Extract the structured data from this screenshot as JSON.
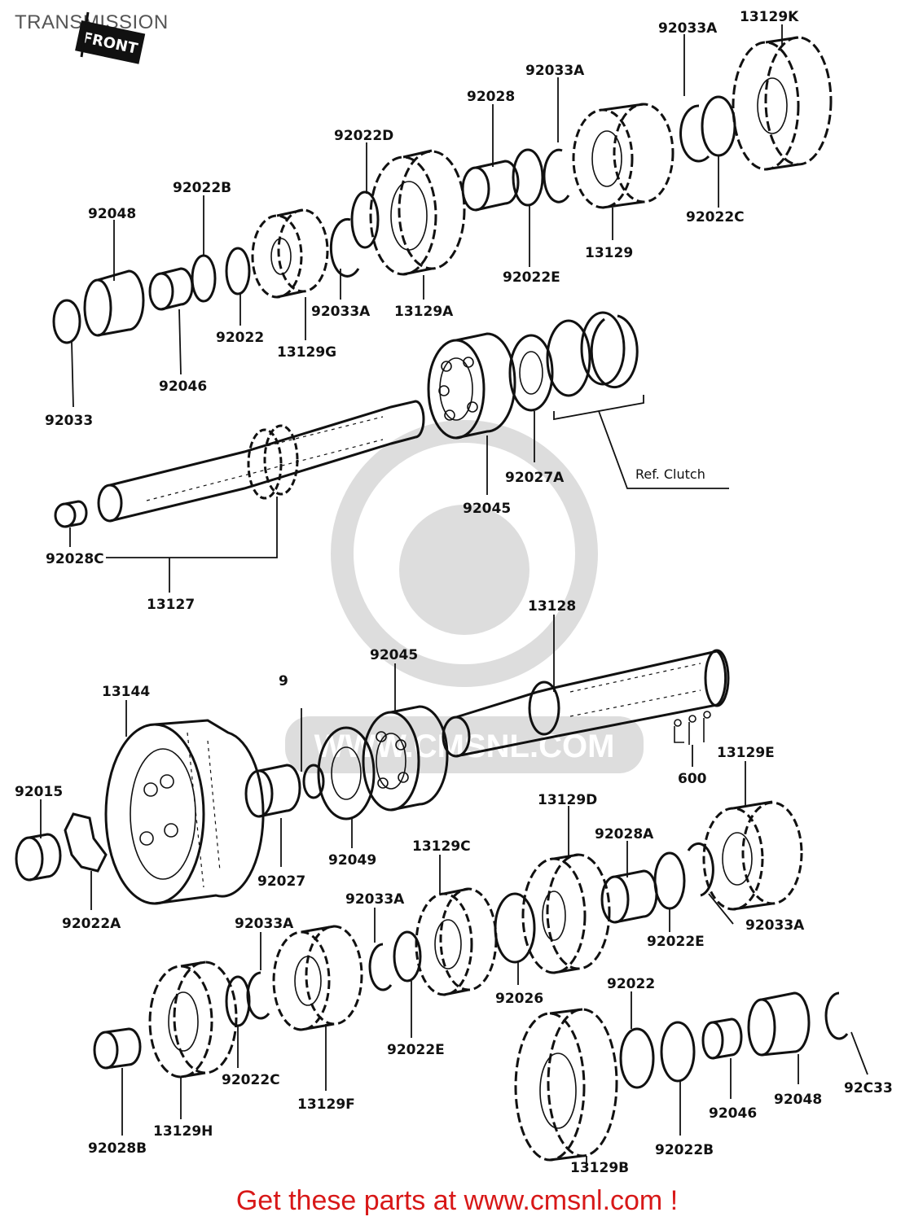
{
  "page": {
    "title": "TRANSMISSION"
  },
  "front_marker": "FRONT",
  "reference_note": "Ref. Clutch",
  "watermark": "WWW.CMSNL.COM",
  "footer": "Get these parts at www.cmsnl.com !",
  "colors": {
    "footer": "#d81818",
    "lines": "#111111"
  },
  "callouts": {
    "upper_left_circlip": "92033",
    "upper_left_sleeve": "92048",
    "upper_left_bearing": "92046",
    "upper_left_washer_b": "92022B",
    "upper_left_washer": "92022",
    "upper_gear_g": "13129G",
    "upper_circlip_a1": "92033A",
    "upper_washer_d": "92022D",
    "upper_gear_a": "13129A",
    "upper_bushing": "92028",
    "upper_circlip_a2": "92033A",
    "upper_washer_e": "92022E",
    "upper_gear": "13129",
    "upper_circlip_a3": "92033A",
    "upper_gear_k": "13129K",
    "upper_washer_c": "92022C",
    "input_bushing_c": "92028C",
    "input_shaft": "13127",
    "input_bearing": "92045",
    "input_seal": "92027A",
    "output_shaft": "13128",
    "output_bearing": "92045",
    "output_seal": "92049",
    "output_collar": "92027",
    "sprocket": "13144",
    "sprocket_nut": "92015",
    "sprocket_washer_a": "92022A",
    "output_pin_partial": "9",
    "pins": "600",
    "lower_gear_e": "13129E",
    "lower_gear_d": "13129D",
    "lower_bushing_a": "92028A",
    "lower_washer_e1": "92022E",
    "lower_circlip_a1": "92033A",
    "lower_gear_c": "13129C",
    "lower_circlip_a2": "92033A",
    "lower_circlip_a3": "92033A",
    "lower_washer_26": "92026",
    "lower_washer_e2": "92022E",
    "lower_gear_f": "13129F",
    "lower_washer_c": "92022C",
    "lower_gear_h": "13129H",
    "lower_bushing_b": "92028B",
    "lower_washer": "92022",
    "lower_gear_b": "13129B",
    "lower_washer_b": "92022B",
    "lower_bearing": "92046",
    "lower_sleeve": "92048",
    "lower_circlip": "92C33"
  }
}
